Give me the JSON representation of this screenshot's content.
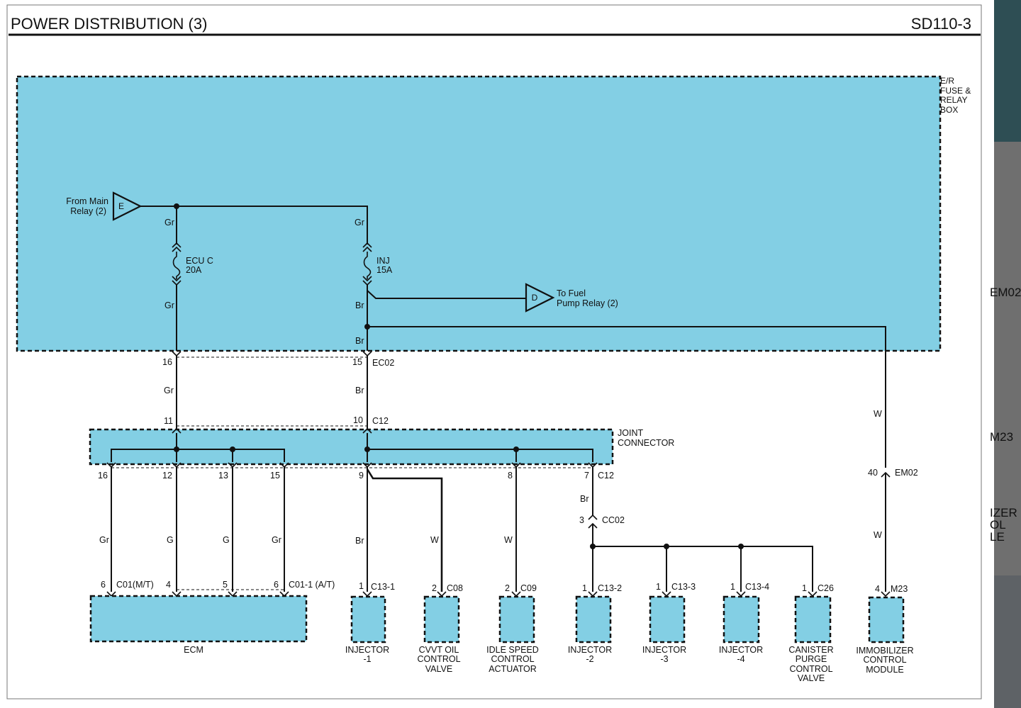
{
  "header": {
    "title": "POWER DISTRIBUTION (3)",
    "code": "SD110-3"
  },
  "fuse_box": {
    "label": [
      "E/R",
      "FUSE &",
      "RELAY",
      "BOX"
    ],
    "from_main_relay": [
      "From Main",
      "Relay (2)"
    ],
    "terminal_e": "E",
    "to_fuel_pump": [
      "To Fuel",
      "Pump Relay (2)"
    ],
    "terminal_d": "D",
    "fuse_ecu": [
      "ECU C",
      "20A"
    ],
    "fuse_inj": [
      "INJ",
      "15A"
    ]
  },
  "wire_colors": {
    "gr": "Gr",
    "br": "Br",
    "w": "W",
    "g": "G"
  },
  "connectors": {
    "ec02_left_pin": "16",
    "ec02_right_pin": "15",
    "ec02": "EC02",
    "c12_top_left_pin": "11",
    "c12_top_right_pin": "10",
    "c12_top": "C12",
    "joint_label": [
      "JOINT",
      "CONNECTOR"
    ],
    "c12_bottom_pins": [
      "16",
      "12",
      "13",
      "15",
      "9",
      "8",
      "7"
    ],
    "c12_bottom": "C12",
    "em02_pin": "40",
    "em02": "EM02",
    "cc02_pin": "3",
    "cc02": "CC02"
  },
  "ecm": {
    "pins": [
      "6",
      "4",
      "5",
      "6"
    ],
    "conn_mt": "C01(M/T)",
    "conn_at": "C01-1 (A/T)",
    "label": "ECM"
  },
  "components": [
    {
      "pin": "1",
      "conn": "C13-1",
      "label": [
        "INJECTOR",
        "-1"
      ]
    },
    {
      "pin": "2",
      "conn": "C08",
      "label": [
        "CVVT OIL",
        "CONTROL",
        "VALVE"
      ]
    },
    {
      "pin": "2",
      "conn": "C09",
      "label": [
        "IDLE SPEED",
        "CONTROL",
        "ACTUATOR"
      ]
    },
    {
      "pin": "1",
      "conn": "C13-2",
      "label": [
        "INJECTOR",
        "-2"
      ]
    },
    {
      "pin": "1",
      "conn": "C13-3",
      "label": [
        "INJECTOR",
        "-3"
      ]
    },
    {
      "pin": "1",
      "conn": "C13-4",
      "label": [
        "INJECTOR",
        "-4"
      ]
    },
    {
      "pin": "1",
      "conn": "C26",
      "label": [
        "CANISTER",
        "PURGE",
        "CONTROL",
        "VALVE"
      ]
    },
    {
      "pin": "4",
      "conn": "M23",
      "label": [
        "IMMOBILIZER",
        "CONTROL",
        "MODULE"
      ]
    }
  ],
  "side_panel": {
    "em02": "EM02",
    "m23": "M23",
    "lines": [
      "IZER",
      "OL",
      "LE"
    ]
  },
  "colors": {
    "component_fill": "#83cfe4",
    "line": "#111111"
  }
}
